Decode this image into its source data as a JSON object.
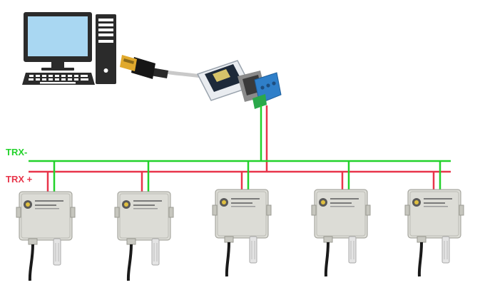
{
  "bus": {
    "trx_minus": {
      "label": "TRX-",
      "color": "#22d22a"
    },
    "trx_plus": {
      "label": "TRX +",
      "color": "#e8354a"
    }
  },
  "sensor_count": 5,
  "colors": {
    "sensor_body": "#dcdcd6",
    "sensor_edge": "#9a9a92",
    "converter_body": "#e9ecf0",
    "terminal_block": "#2f7fc9",
    "cable": "#1a1a1a",
    "computer": "#2a2a2a",
    "screen": "#a9d7f2"
  },
  "icons": [
    "desktop-computer-icon",
    "usb-plug-icon",
    "usb-to-rs485-converter-icon",
    "sensor-module-icon"
  ]
}
